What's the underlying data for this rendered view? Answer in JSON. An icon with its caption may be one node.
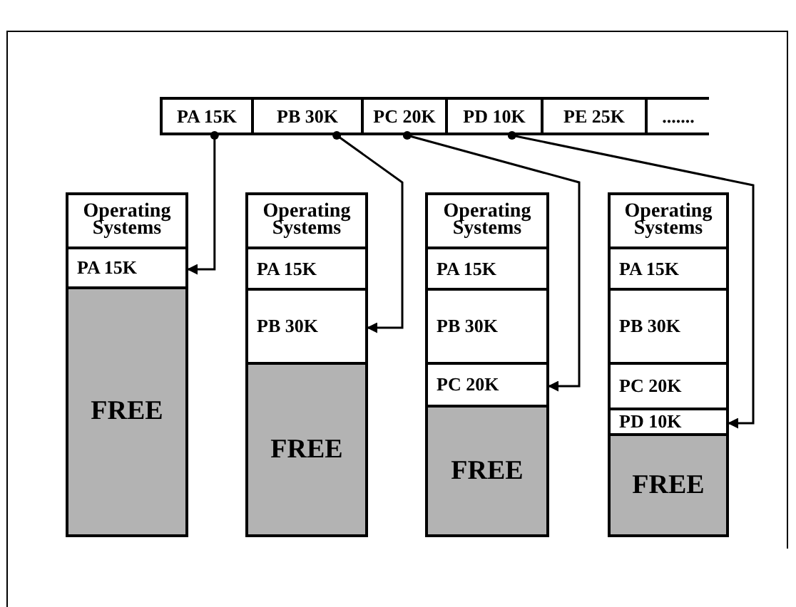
{
  "diagram": {
    "nodes": [
      {
        "text": [
          "PA 15K"
        ]
      },
      {
        "text": [
          "PB 30K"
        ]
      },
      {
        "text": [
          "PC 20K"
        ]
      },
      {
        "text": [
          "PD 10K"
        ]
      },
      {
        "text": [
          "PE 25K"
        ]
      },
      {
        "text": [
          "......."
        ]
      },
      {
        "text": [],
        "shape": "box"
      },
      {
        "text": [
          "Operating Systems"
        ],
        "in": 6
      },
      {
        "text": [
          "PA 15K"
        ],
        "in": 6
      },
      {
        "text": [
          "FREE"
        ],
        "in": 6
      },
      {
        "text": [],
        "shape": "box"
      },
      {
        "text": [
          "Operating Systems"
        ],
        "in": 10
      },
      {
        "text": [
          "PA 15K"
        ],
        "in": 10
      },
      {
        "text": [
          "PB 30K"
        ],
        "in": 10
      },
      {
        "text": [
          "FREE"
        ],
        "in": 10
      },
      {
        "text": [],
        "shape": "box"
      },
      {
        "text": [
          "Operating Systems"
        ],
        "in": 15
      },
      {
        "text": [
          "PA 15K"
        ],
        "in": 15
      },
      {
        "text": [
          "PB 30K"
        ],
        "in": 15
      },
      {
        "text": [
          "PC 20K"
        ],
        "in": 15
      },
      {
        "text": [
          "FREE"
        ],
        "in": 15
      },
      {
        "text": [],
        "shape": "box"
      },
      {
        "text": [
          "Operating Systems"
        ],
        "in": 21
      },
      {
        "text": [
          "PA 15K"
        ],
        "in": 21
      },
      {
        "text": [
          "PB 30K"
        ],
        "in": 21
      },
      {
        "text": [
          "PC 20K"
        ],
        "in": 21
      },
      {
        "text": [
          "PD 10K"
        ],
        "in": 21
      },
      {
        "text": [
          "FREE"
        ],
        "in": 21
      }
    ],
    "edges": [
      {
        "from": 0,
        "to": 8,
        "arrow": "to"
      },
      {
        "from": 1,
        "to": 13,
        "arrow": "to"
      },
      {
        "from": 2,
        "to": 19,
        "arrow": "to"
      },
      {
        "from": 3,
        "to": 26,
        "arrow": "to"
      }
    ]
  }
}
